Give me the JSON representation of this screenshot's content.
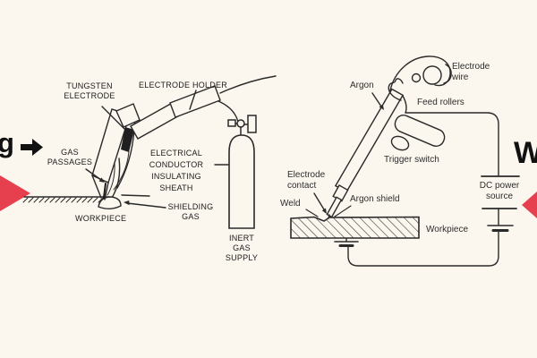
{
  "colors": {
    "background": "#fbf6ee",
    "ink": "#2a2a2a",
    "accent_red": "#e6404f",
    "electrode_dark": "#1f1f1f"
  },
  "edge_text": {
    "left_partial": "g",
    "right_partial": "W"
  },
  "tig": {
    "title": "TIG torch diagram (left panel)",
    "labels": {
      "tungsten_electrode": "TUNGSTEN\nELECTRODE",
      "electrode_holder": "ELECTRODE HOLDER",
      "gas_passages": "GAS\nPASSAGES",
      "electrical_conductor_sheath": "ELECTRICAL\nCONDUCTOR\nINSULATING\nSHEATH",
      "shielding_gas": "SHIELDING\nGAS",
      "workpiece": "WORKPIECE",
      "inert_gas_supply": "INERT\nGAS\nSUPPLY"
    }
  },
  "mig": {
    "title": "MIG gun diagram (right panel)",
    "labels": {
      "argon": "Argon",
      "electrode_wire": "Electrode\nwire",
      "feed_rollers": "Feed rollers",
      "trigger_switch": "Trigger switch",
      "electrode_contact": "Electrode\ncontact",
      "weld": "Weld",
      "argon_shield": "Argon shield",
      "workpiece": "Workpiece",
      "dc_power_source": "DC power\nsource"
    }
  }
}
